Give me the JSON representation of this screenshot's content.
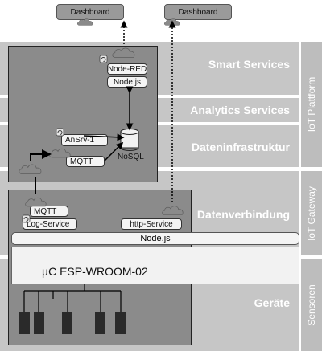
{
  "dashboards": [
    "Dashboard",
    "Dashboard"
  ],
  "layers": {
    "smart_services": "Smart Services",
    "analytics_services": "Analytics Services",
    "dateninfrastruktur": "Dateninfrastruktur",
    "datenverbindung": "Datenverbindung",
    "geraete": "Geräte"
  },
  "side_labels": {
    "iot_platform": "IoT Plattform",
    "iot_gateway": "IoT Gateway",
    "sensoren": "Sensoren"
  },
  "platform_nodes": {
    "node_red": "Node-RED",
    "nodejs": "Node.js",
    "ansrv": "AnSrv-1",
    "mqtt": "MQTT",
    "nosql": "NoSQL"
  },
  "gateway_nodes": {
    "mqtt": "MQTT",
    "log_service": "Log-Service",
    "http_service": "http-Service",
    "nodejs": "Node.js"
  },
  "device": {
    "chip": "µC ESP-WROOM-02"
  },
  "colors": {
    "layer_band": "#c6c6c6",
    "side_bar": "#bdbdbd",
    "box_dark": "#8b8b8b",
    "cloud": "#8a8a8a",
    "sensor": "#2a2a2a"
  }
}
